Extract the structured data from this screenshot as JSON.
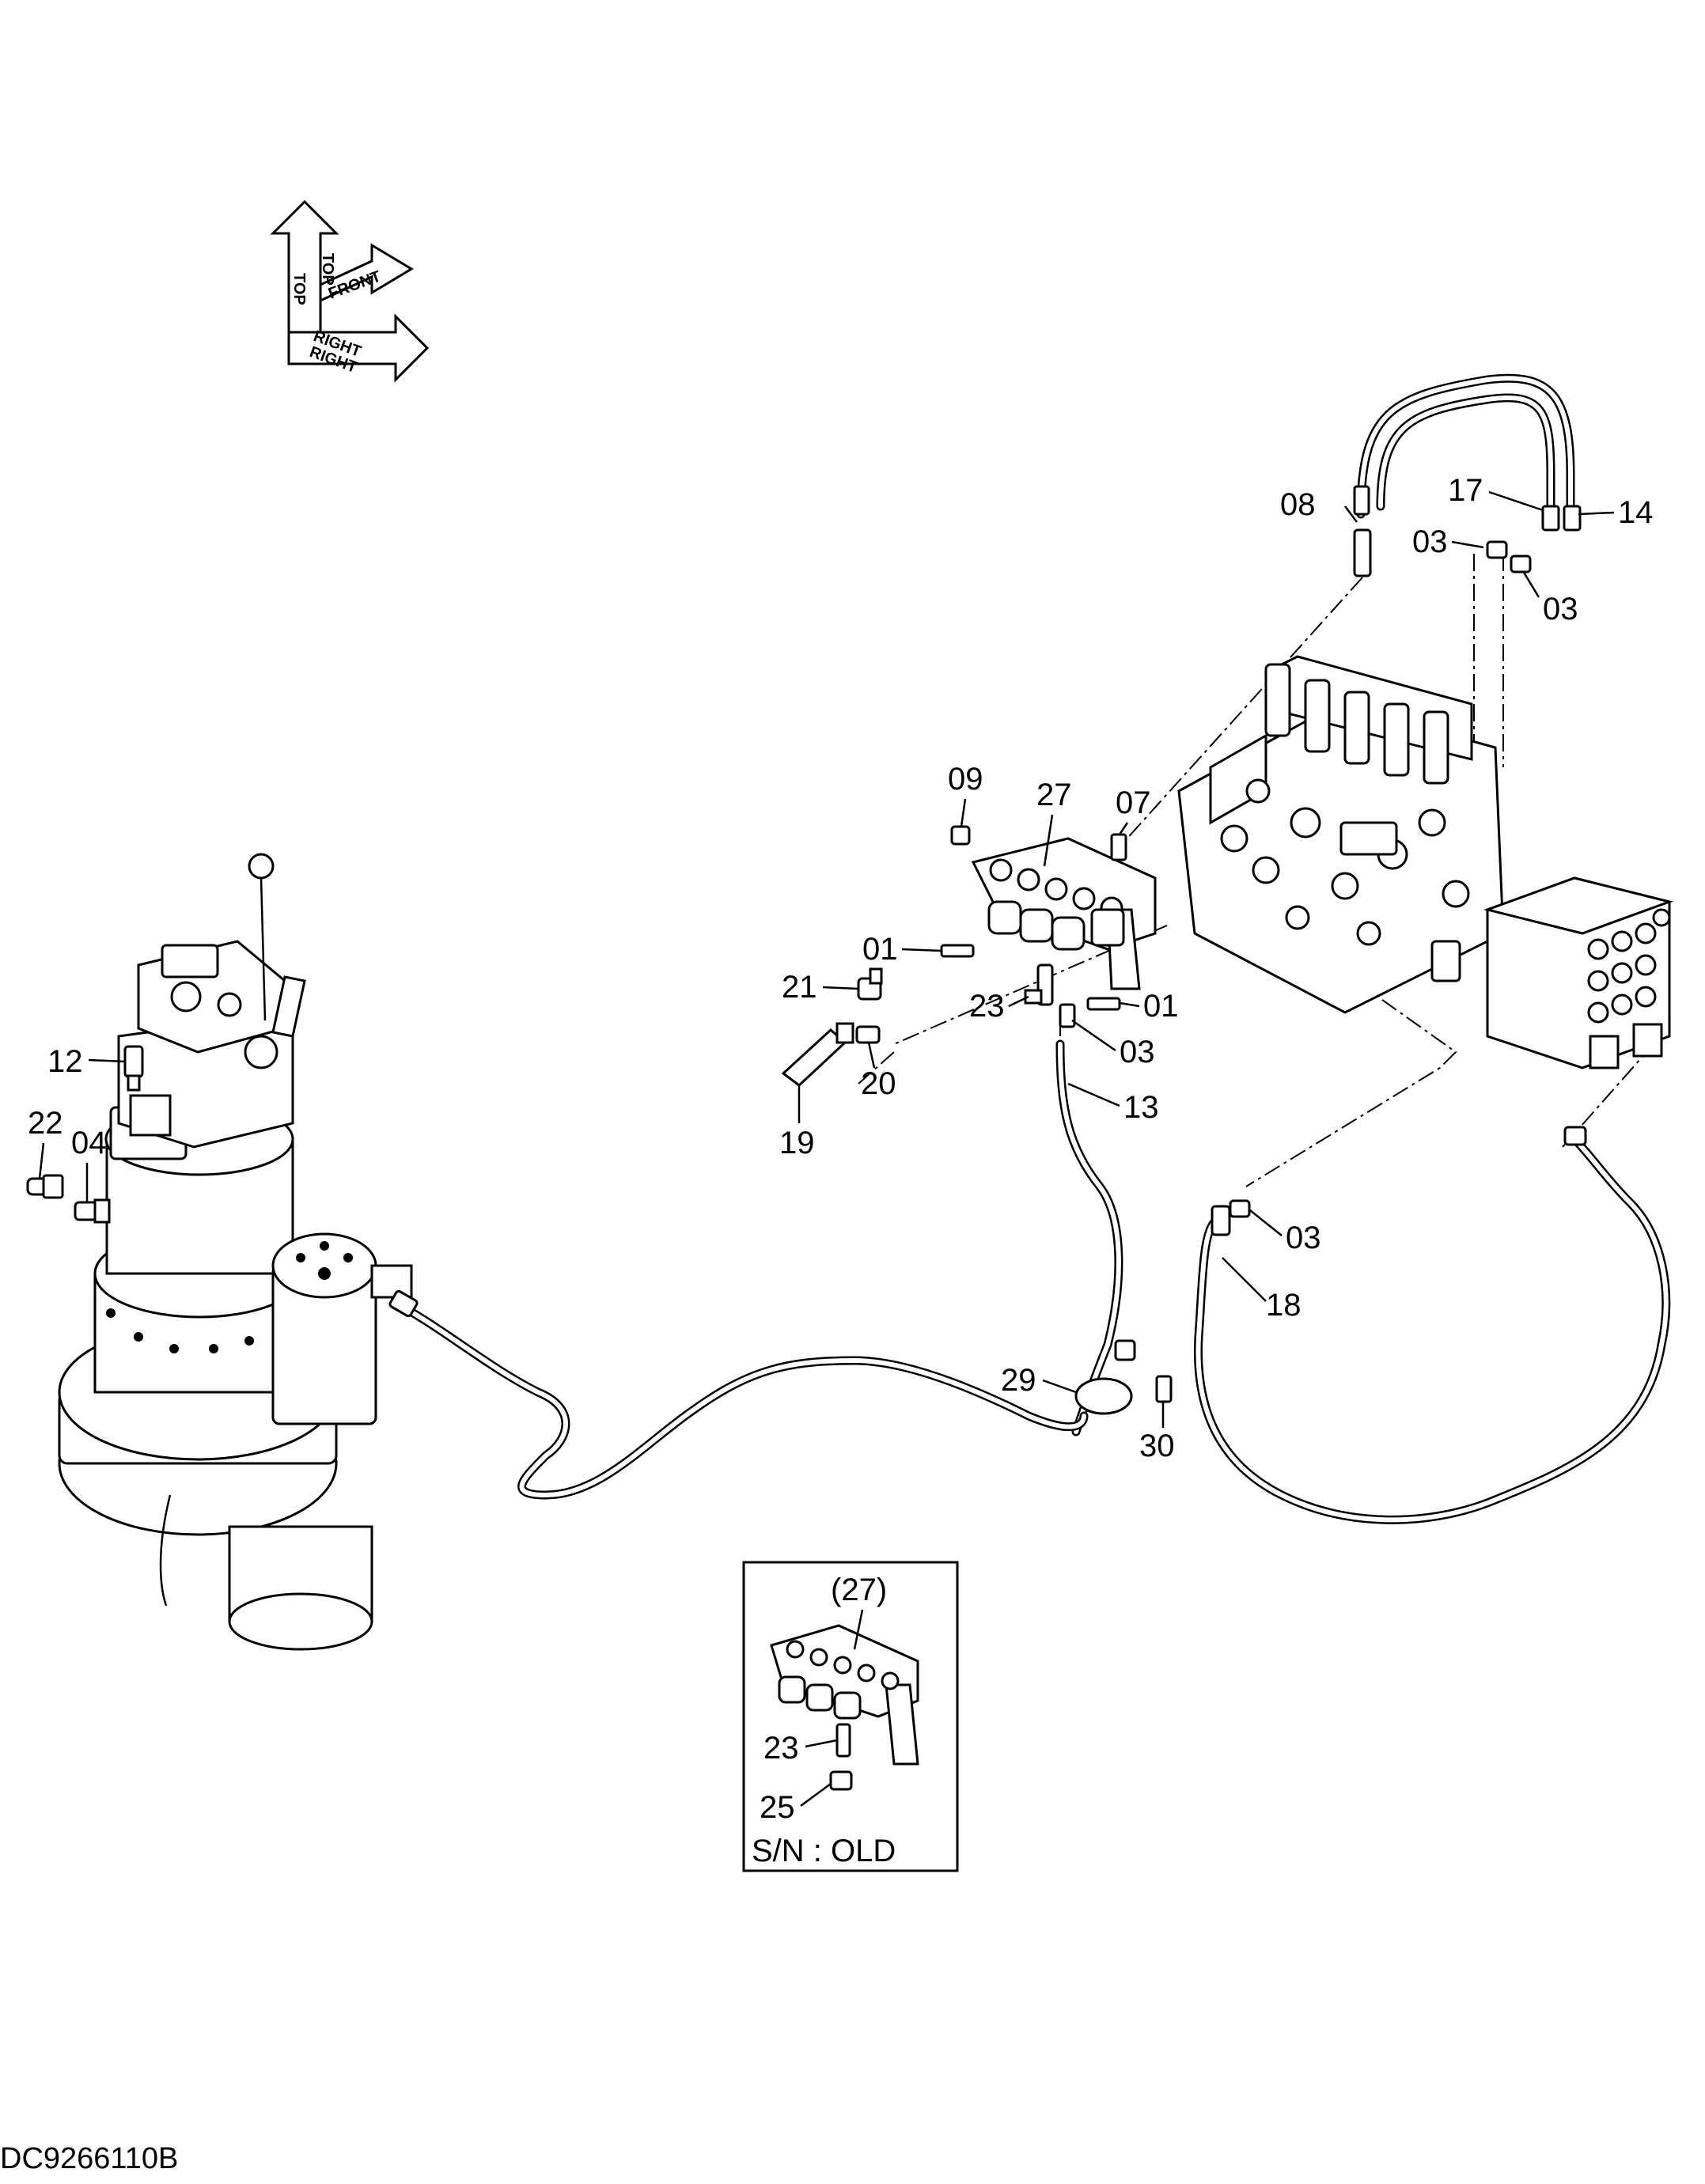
{
  "diagram": {
    "code": "DC9266110B",
    "orientation": [
      "TOP",
      "FRONT",
      "RIGHT"
    ],
    "inset_title": "(27)",
    "inset_note": "S/N : OLD",
    "callouts": {
      "c01a": "01",
      "c01b": "01",
      "c03a": "03",
      "c03b": "03",
      "c03c": "03",
      "c03d": "03",
      "c04": "04",
      "c07": "07",
      "c08": "08",
      "c09": "09",
      "c12": "12",
      "c13": "13",
      "c14": "14",
      "c17": "17",
      "c18": "18",
      "c19": "19",
      "c20": "20",
      "c21": "21",
      "c22": "22",
      "c23a": "23",
      "c23b": "23",
      "c25": "25",
      "c27": "27",
      "c29": "29",
      "c30": "30"
    }
  }
}
